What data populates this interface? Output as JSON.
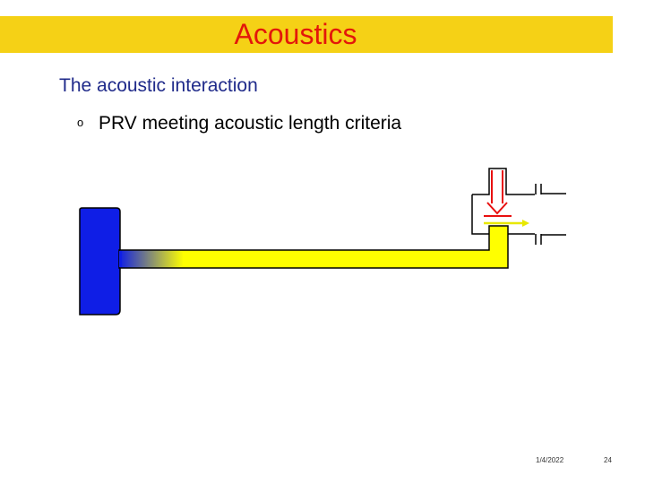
{
  "slide": {
    "title": "Acoustics",
    "subtitle": "The acoustic interaction",
    "bullet_marker": "o",
    "bullet_text": "PRV meeting acoustic length criteria",
    "footer_date": "1/4/2022",
    "footer_page": "24"
  },
  "colors": {
    "title_background": "#f5d116",
    "title_text": "#e3170a",
    "subtitle_text": "#1f2a8a",
    "vessel": "#0f1ee6",
    "pipe": "#ffff00",
    "valve_arrow": "#e81010"
  }
}
